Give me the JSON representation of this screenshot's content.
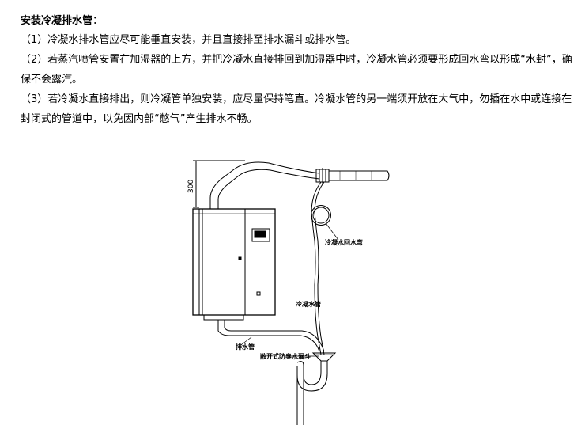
{
  "document": {
    "heading": "安装冷凝排水管",
    "heading_colon": "：",
    "paragraphs": [
      "（1）冷凝水排水管应尽可能垂直安装，并且直接排至排水漏斗或排水管。",
      "（2）若蒸汽喷管安置在加湿器的上方，并把冷凝水直接排回到加湿器中时，冷凝水管必须要形成回水弯以形成“水封”，确保不会露汽。",
      "（3）若冷凝水直接排出，则冷凝管单独安装，应尽量保持笔直。冷凝水管的另一端须开放在大气中，勿插在水中或连接在封闭式的管道中，以免因内部“憋气”产生排水不畅。"
    ]
  },
  "diagram": {
    "dimension_label": "300",
    "labels": {
      "return_bend": "冷凝水回水弯",
      "condensate_pipe": "冷凝水管",
      "drain_pipe": "排水管",
      "funnel": "敞开式防臭水漏斗"
    }
  }
}
